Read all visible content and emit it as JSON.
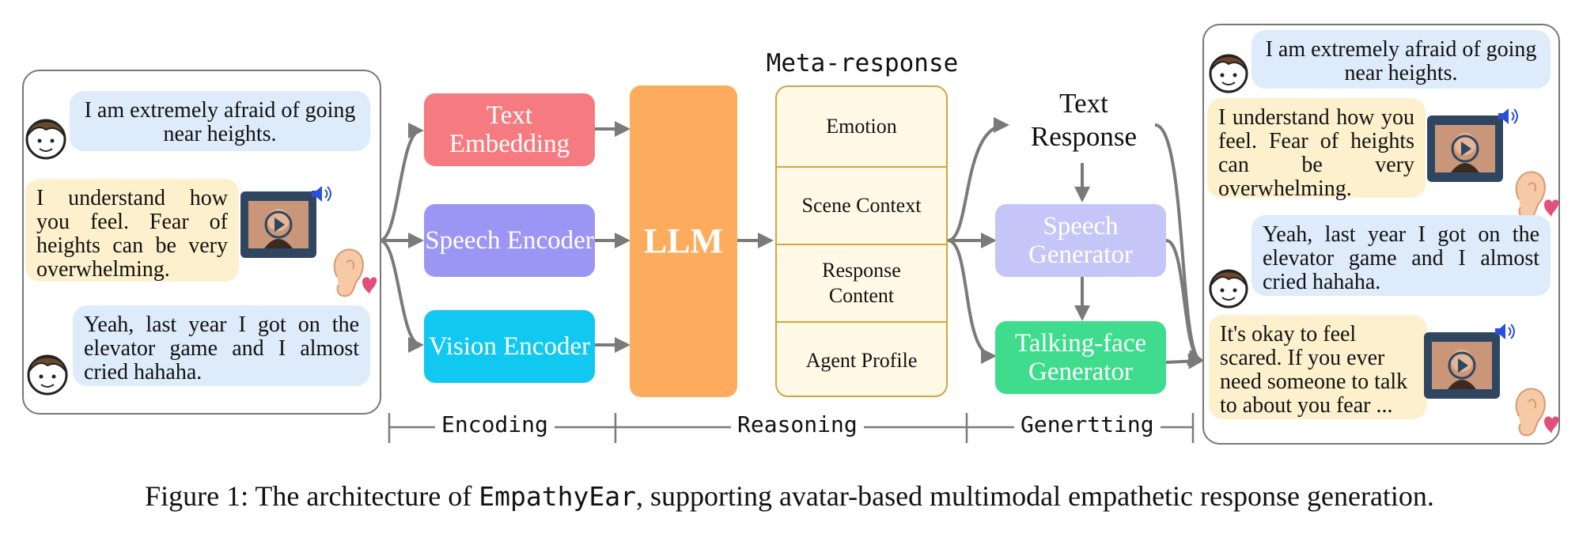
{
  "conversation_left": {
    "user_msg_1": "I am extremely afraid of going near heights.",
    "agent_msg_1": "I understand how you feel. Fear of heights can be very overwhelming.",
    "user_msg_2": "Yeah, last year I got on the elevator game and I almost cried hahaha."
  },
  "blocks": {
    "text_embedding": "Text Embedding",
    "speech_encoder": "Speech Encoder",
    "vision_encoder": "Vision Encoder",
    "llm": "LLM"
  },
  "meta_response": {
    "title": "Meta-response",
    "rows": [
      "Emotion",
      "Scene Context",
      "Response Content",
      "Agent Profile"
    ]
  },
  "generation": {
    "text_response": "Text Response",
    "speech_generator": "Speech Generator",
    "talking_face_generator": "Talking-face Generator"
  },
  "stages": {
    "encoding": "Encoding",
    "reasoning": "Reasoning",
    "generating": "Genertting"
  },
  "conversation_right": {
    "user_msg_1": "I am extremely afraid of going near heights.",
    "agent_msg_1": "I understand how you feel. Fear of heights can be very overwhelming.",
    "user_msg_2": "Yeah, last year I got on the elevator game and I almost cried hahaha.",
    "agent_msg_2": "It's okay to feel scared. If you ever need someone to talk to about you fear ..."
  },
  "caption": {
    "prefix": "Figure 1: The architecture of ",
    "system_name": "EmpathyEar",
    "suffix": ", supporting avatar-based multimodal empathetic response generation."
  },
  "colors": {
    "text_embedding": "#f57b80",
    "speech_encoder": "#9b96f3",
    "vision_encoder": "#10c8f0",
    "llm": "#fdac5e",
    "speech_generator": "#c5c6f7",
    "talking_face_generator": "#3fdc8d",
    "meta_border": "#d6a33e",
    "arrow": "#7a7a7a"
  }
}
